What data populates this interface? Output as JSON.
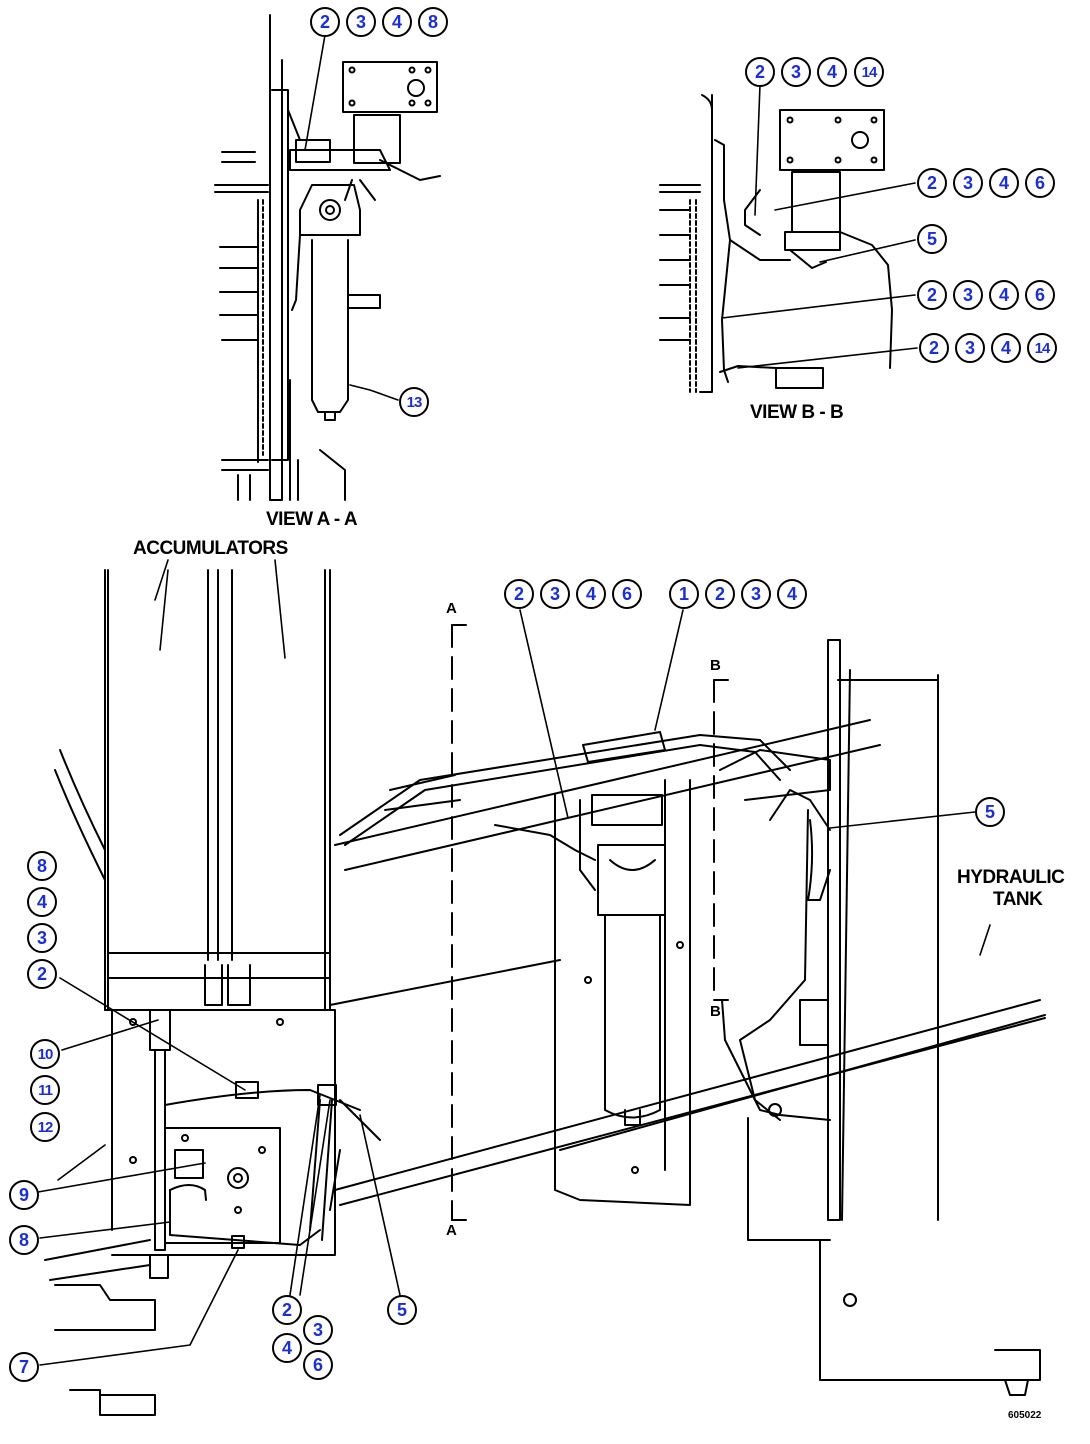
{
  "labels": {
    "view_aa": "VIEW A - A",
    "view_bb": "VIEW B - B",
    "accumulators": "ACCUMULATORS",
    "hydraulic": "HYDRAULIC",
    "tank": "TANK",
    "sec_a_top": "A",
    "sec_a_bottom": "A",
    "sec_b_top": "B",
    "sec_b_bottom": "B",
    "drawing_no": "605022"
  },
  "callouts": [
    {
      "id": "a1",
      "n": "2"
    },
    {
      "id": "a2",
      "n": "3"
    },
    {
      "id": "a3",
      "n": "4"
    },
    {
      "id": "a4",
      "n": "8"
    },
    {
      "id": "a5",
      "n": "13"
    },
    {
      "id": "b1",
      "n": "2"
    },
    {
      "id": "b2",
      "n": "3"
    },
    {
      "id": "b3",
      "n": "4"
    },
    {
      "id": "b4",
      "n": "14"
    },
    {
      "id": "b5",
      "n": "2"
    },
    {
      "id": "b6",
      "n": "3"
    },
    {
      "id": "b7",
      "n": "4"
    },
    {
      "id": "b8",
      "n": "6"
    },
    {
      "id": "b9",
      "n": "5"
    },
    {
      "id": "b10",
      "n": "2"
    },
    {
      "id": "b11",
      "n": "3"
    },
    {
      "id": "b12",
      "n": "4"
    },
    {
      "id": "b13",
      "n": "6"
    },
    {
      "id": "b14",
      "n": "2"
    },
    {
      "id": "b15",
      "n": "3"
    },
    {
      "id": "b16",
      "n": "4"
    },
    {
      "id": "b17",
      "n": "14"
    },
    {
      "id": "m1",
      "n": "2"
    },
    {
      "id": "m2",
      "n": "3"
    },
    {
      "id": "m3",
      "n": "4"
    },
    {
      "id": "m4",
      "n": "6"
    },
    {
      "id": "m5",
      "n": "1"
    },
    {
      "id": "m6",
      "n": "2"
    },
    {
      "id": "m7",
      "n": "3"
    },
    {
      "id": "m8",
      "n": "4"
    },
    {
      "id": "m9",
      "n": "5"
    },
    {
      "id": "l1",
      "n": "8"
    },
    {
      "id": "l2",
      "n": "4"
    },
    {
      "id": "l3",
      "n": "3"
    },
    {
      "id": "l4",
      "n": "2"
    },
    {
      "id": "l5",
      "n": "10"
    },
    {
      "id": "l6",
      "n": "11"
    },
    {
      "id": "l7",
      "n": "12"
    },
    {
      "id": "l8",
      "n": "9"
    },
    {
      "id": "l9",
      "n": "8"
    },
    {
      "id": "l10",
      "n": "7"
    },
    {
      "id": "l11",
      "n": "2"
    },
    {
      "id": "l12",
      "n": "3"
    },
    {
      "id": "l13",
      "n": "4"
    },
    {
      "id": "l14",
      "n": "6"
    },
    {
      "id": "l15",
      "n": "5"
    }
  ]
}
